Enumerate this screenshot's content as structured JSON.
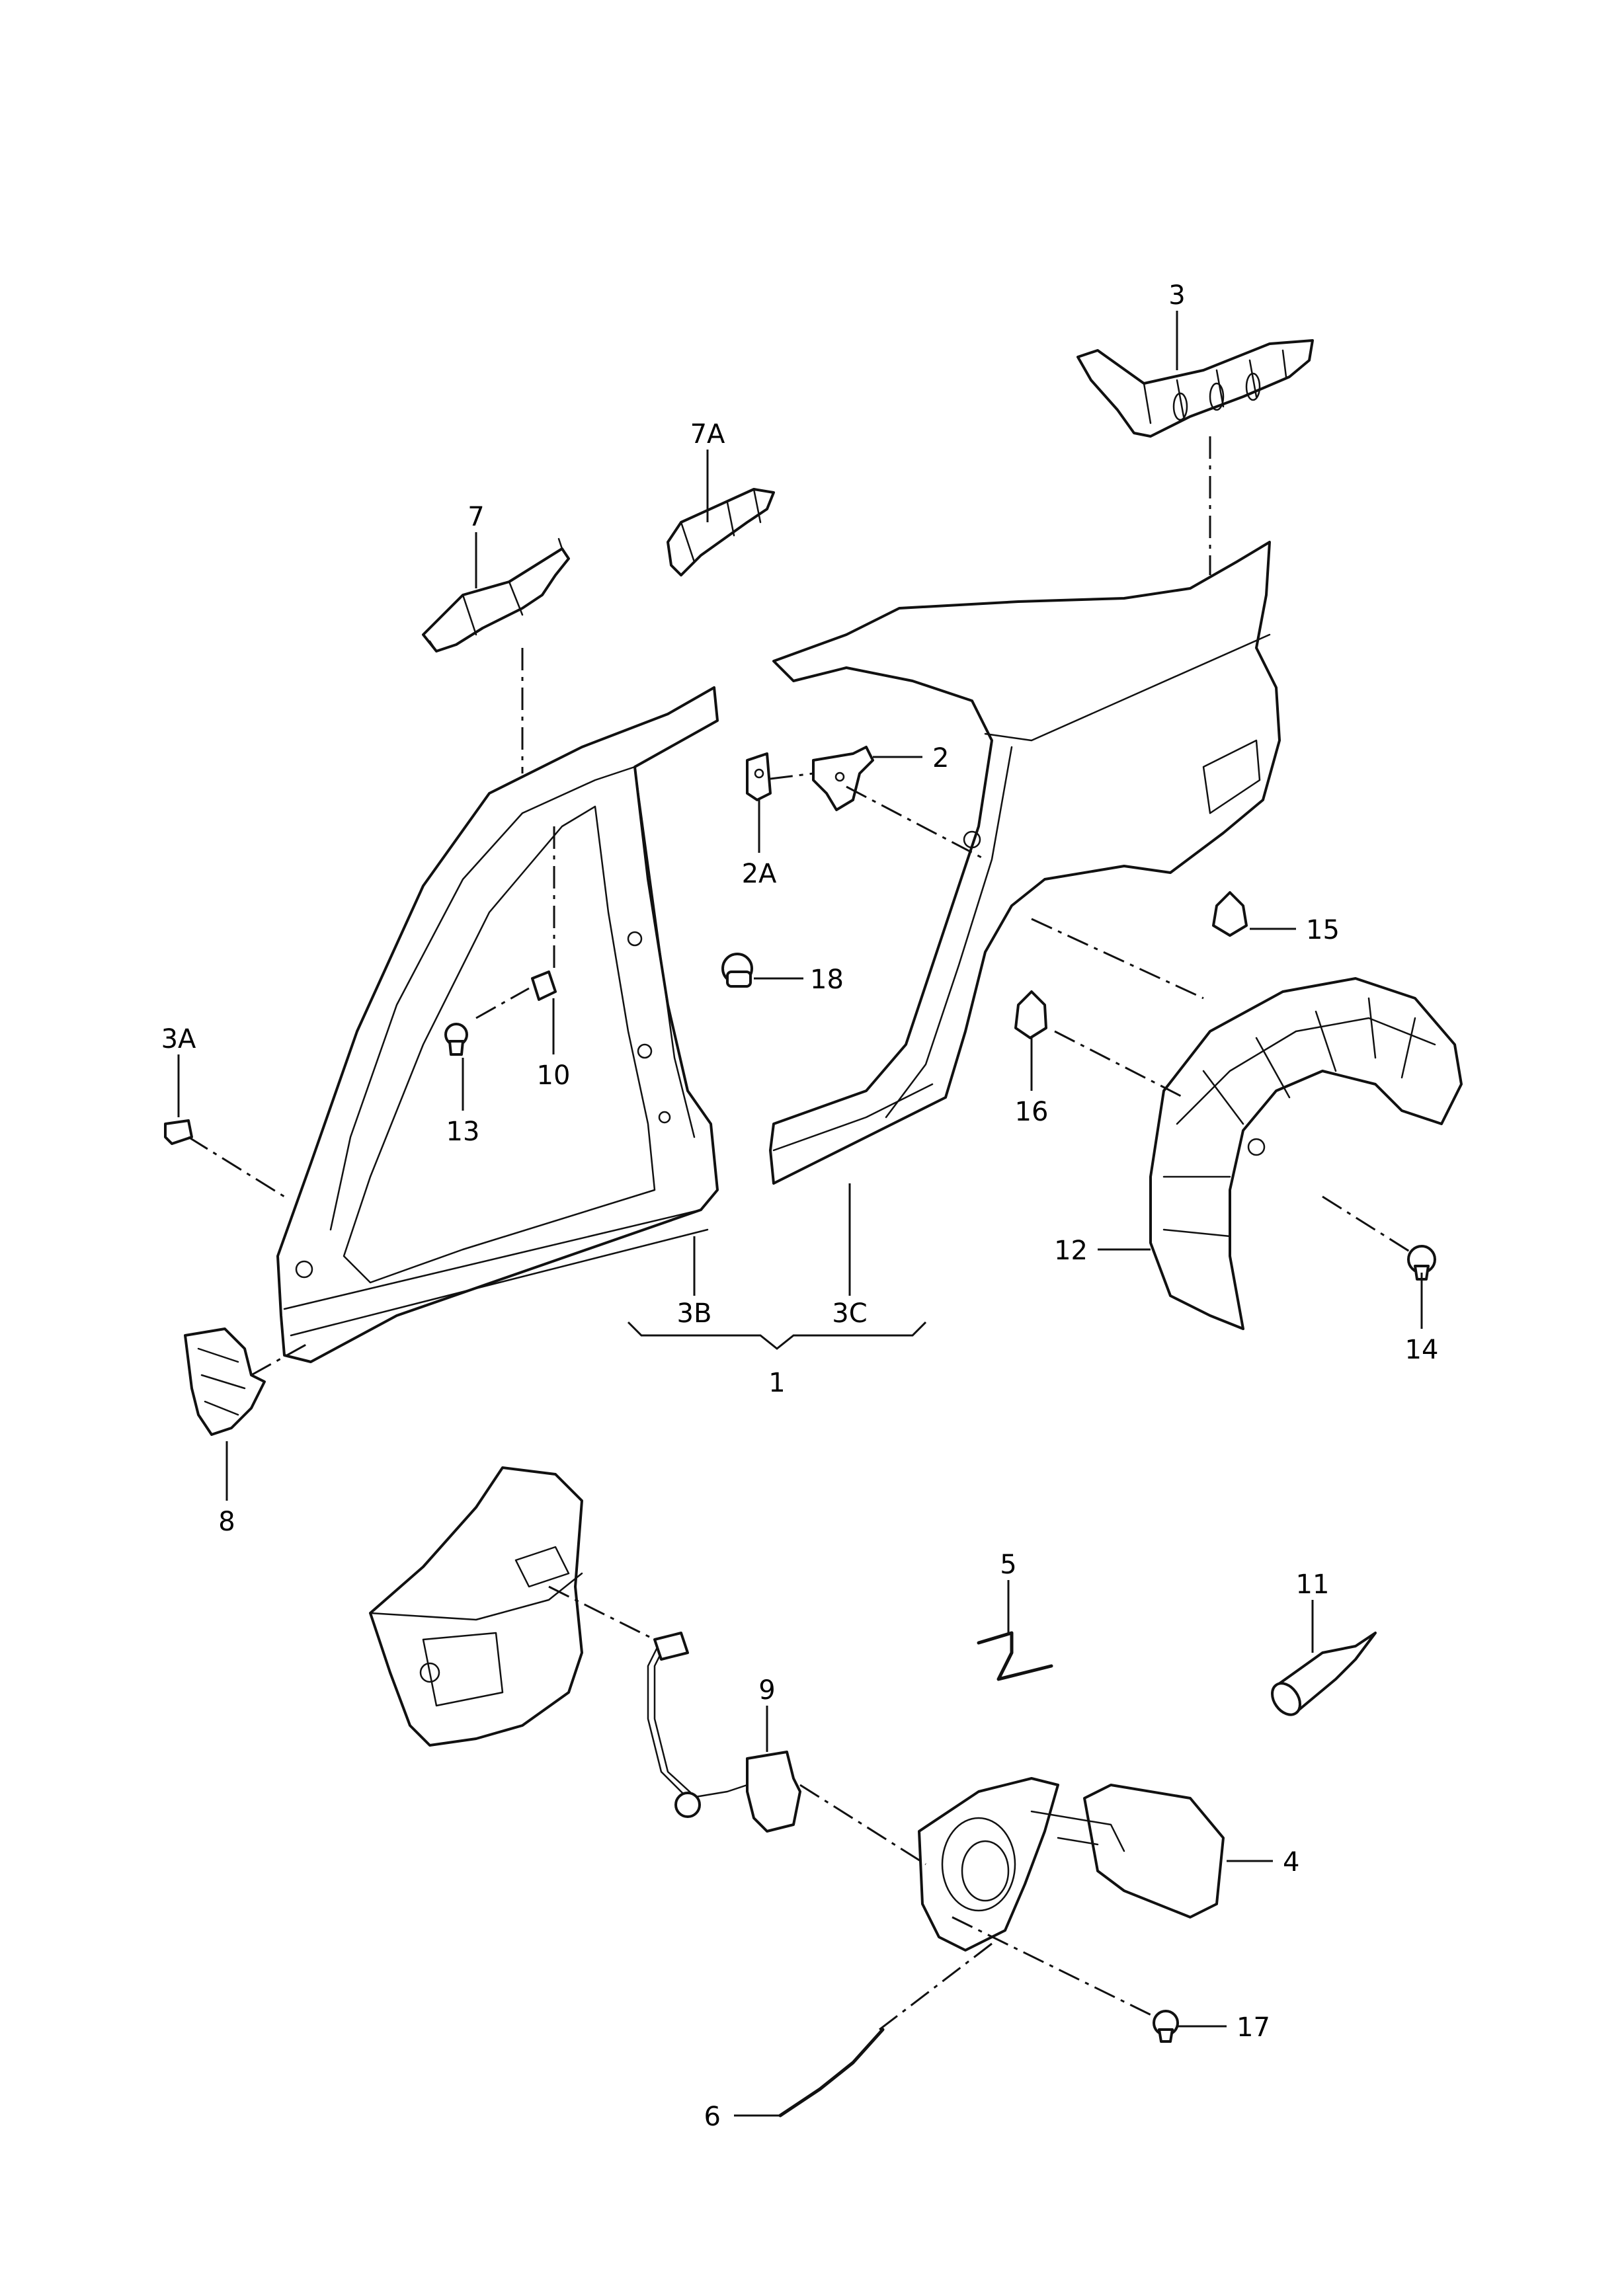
{
  "callouts": {
    "c1": "1",
    "c2": "2",
    "c2A": "2A",
    "c3": "3",
    "c3A": "3A",
    "c3B": "3B",
    "c3C": "3C",
    "c4": "4",
    "c5": "5",
    "c6": "6",
    "c7": "7",
    "c7A": "7A",
    "c8": "8",
    "c9": "9",
    "c10": "10",
    "c11": "11",
    "c12": "12",
    "c13": "13",
    "c14": "14",
    "c15": "15",
    "c16": "16",
    "c17": "17",
    "c18": "18"
  },
  "colors": {
    "line": "#111111",
    "background": "#ffffff"
  }
}
